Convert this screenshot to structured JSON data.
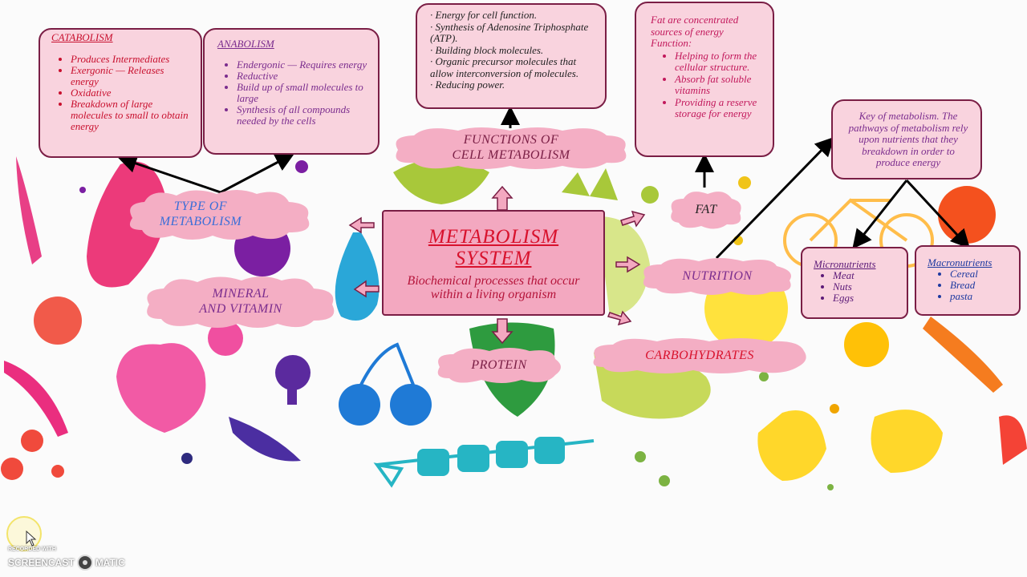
{
  "center": {
    "title": "METABOLISM SYSTEM",
    "subtitle": "Biochemical processes that occur within a living organism"
  },
  "catabolism": {
    "title": "CATABOLISM",
    "items": [
      "Produces Intermediates",
      "Exergonic — Releases energy",
      "Oxidative",
      "Breakdown of large molecules to small  to obtain energy"
    ]
  },
  "anabolism": {
    "title": "ANABOLISM",
    "items": [
      "Endergonic — Requires energy",
      "Reductive",
      "Build up of small molecules to large",
      "Synthesis of all compounds needed by the cells"
    ]
  },
  "functions": {
    "items": [
      "Energy for cell function.",
      "Synthesis of  Adenosine Triphosphate (ATP).",
      "Building block molecules.",
      "Organic precursor molecules that allow interconversion of molecules.",
      "Reducing power."
    ]
  },
  "fat_box": {
    "intro": "Fat are concentrated sources of energy Function:",
    "items": [
      "Helping to form the cellular structure.",
      "Absorb fat soluble vitamins",
      "Providing a reserve storage for energy"
    ]
  },
  "key_box": {
    "text": "Key of metabolism. The pathways of metabolism rely upon nutrients that they breakdown in order to produce energy"
  },
  "micro": {
    "title": "Micronutrients",
    "items": [
      "Meat",
      "Nuts",
      "Eggs"
    ]
  },
  "macro": {
    "title": "Macronutrients",
    "items": [
      "Cereal",
      "Bread",
      "pasta"
    ]
  },
  "clouds": {
    "type": "TYPE OF METABOLISM",
    "functions": "FUNCTIONS OF CELL METABOLISM",
    "mineral": "MINERAL AND VITAMIN",
    "protein": "PROTEIN",
    "fat": "FAT",
    "nutrition": "NUTRITION",
    "carbs": "CARBOHYDRATES"
  },
  "watermark": {
    "recorded": "RECORDED WITH",
    "brand_left": "SCREENCAST",
    "brand_right": "MATIC"
  },
  "colors": {
    "box_fill": "#f9d3de",
    "box_border": "#7a1e45",
    "cloud_fill": "#f4aec4",
    "center_fill": "#f3a8c0",
    "title_red": "#d8122d",
    "purple": "#7b2d8e",
    "blue": "#3a6ed8",
    "red": "#c8102e"
  }
}
